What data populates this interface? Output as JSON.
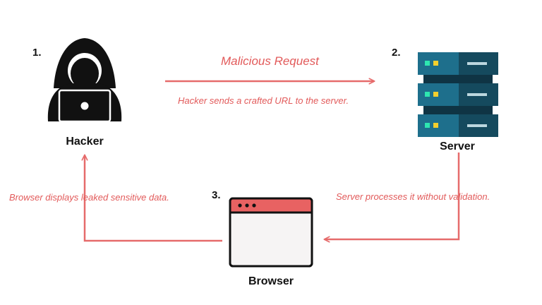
{
  "steps": {
    "hacker": {
      "number": "1.",
      "label": "Hacker"
    },
    "server": {
      "number": "2.",
      "label": "Server"
    },
    "browser": {
      "number": "3.",
      "label": "Browser"
    }
  },
  "arrows": {
    "request_title": "Malicious Request",
    "request_caption": "Hacker sends a crafted URL to the server.",
    "server_caption": "Server processes it without validation.",
    "browser_caption": "Browser displays leaked sensitive data."
  },
  "colors": {
    "arrow": "#e66b6b",
    "text_accent": "#e25a5a",
    "server_dark": "#154a5e",
    "server_light": "#1e6f8c",
    "led_green": "#2ee6b0",
    "led_yellow": "#f4cf2e",
    "browser_bar": "#e86262",
    "browser_body": "#f6f4f4"
  },
  "icons": {
    "hacker": "hooded-hacker-laptop-icon",
    "server": "server-rack-icon",
    "browser": "browser-window-icon"
  }
}
